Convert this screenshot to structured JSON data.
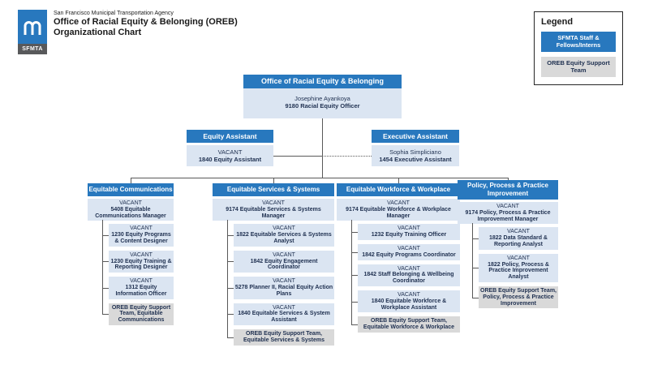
{
  "page_header": {
    "agency": "San Francisco Municipal Transportation Agency",
    "title": "Office of Racial Equity & Belonging (OREB)",
    "subtitle": "Organizational Chart",
    "logo_label": "SFMTA"
  },
  "legend": {
    "title": "Legend",
    "items": [
      {
        "label": "SFMTA Staff & Fellows/Interns",
        "type": "staff",
        "color": "#2878BE"
      },
      {
        "label": "OREB Equity Support Team",
        "type": "support",
        "color": "#D9D9D9"
      }
    ]
  },
  "root": {
    "dept": "Office of Racial Equity & Belonging",
    "name": "Josephine Ayankoya",
    "title": "9180 Racial Equity Officer"
  },
  "assistants": [
    {
      "dept": "Equity Assistant",
      "name": "VACANT",
      "title": "1840 Equity Assistant",
      "connector": "solid"
    },
    {
      "dept": "Executive Assistant",
      "name": "Sophia Simpliciano",
      "title": "1454 Executive Assistant",
      "connector": "dotted"
    }
  ],
  "columns": [
    {
      "dept": "Equitable Communications",
      "manager": {
        "name": "VACANT",
        "title": "5408 Equitable Communications Manager"
      },
      "children": [
        {
          "name": "VACANT",
          "title": "1230 Equity Programs & Content Designer"
        },
        {
          "name": "VACANT",
          "title": "1230 Equity Training & Reporting Designer"
        },
        {
          "name": "VACANT",
          "title": "1312 Equity Information Officer"
        },
        {
          "type": "support",
          "label": "OREB Equity Support Team, Equitable Communications"
        }
      ]
    },
    {
      "dept": "Equitable Services & Systems",
      "manager": {
        "name": "VACANT",
        "title": "9174 Equitable Services & Systems Manager"
      },
      "children": [
        {
          "name": "VACANT",
          "title": "1822 Equitable Services & Systems Analyst"
        },
        {
          "name": "VACANT",
          "title": "1842 Equity Engagement Coordinator"
        },
        {
          "name": "VACANT",
          "title": "5278 Planner II, Racial Equity Action Plans"
        },
        {
          "name": "VACANT",
          "title": "1840 Equitable Services & System Assistant"
        },
        {
          "type": "support",
          "label": "OREB Equity Support Team, Equitable Services & Systems"
        }
      ]
    },
    {
      "dept": "Equitable Workforce & Workplace",
      "manager": {
        "name": "VACANT",
        "title": "9174 Equitable Workforce & Workplace Manager"
      },
      "children": [
        {
          "name": "VACANT",
          "title": "1232 Equity Training Officer"
        },
        {
          "name": "VACANT",
          "title": "1842 Equity Programs Coordinator"
        },
        {
          "name": "VACANT",
          "title": "1842 Staff Belonging & Wellbeing Coordinator"
        },
        {
          "name": "VACANT",
          "title": "1840 Equitable Workforce & Workplace Assistant"
        },
        {
          "type": "support",
          "label": "OREB Equity Support Team, Equitable Workforce & Workplace"
        }
      ]
    },
    {
      "dept": "Policy, Process & Practice Improvement",
      "manager": {
        "name": "VACANT",
        "title": "9174 Policy, Process & Practice Improvement Manager"
      },
      "children": [
        {
          "name": "VACANT",
          "title": "1822 Data Standard & Reporting Analyst"
        },
        {
          "name": "VACANT",
          "title": "1822 Policy, Process & Practice Improvement Analyst"
        },
        {
          "type": "support",
          "label": "OREB Equity Support Team, Policy, Process & Practice Improvement"
        }
      ]
    }
  ],
  "colors": {
    "accent_blue": "#2878BE",
    "light_blue_fill": "#DBE5F2",
    "support_gray_fill": "#D9D9D9",
    "connector_gray": "#595959",
    "text_dark": "#1F3050",
    "logo_band_gray": "#58595B"
  }
}
